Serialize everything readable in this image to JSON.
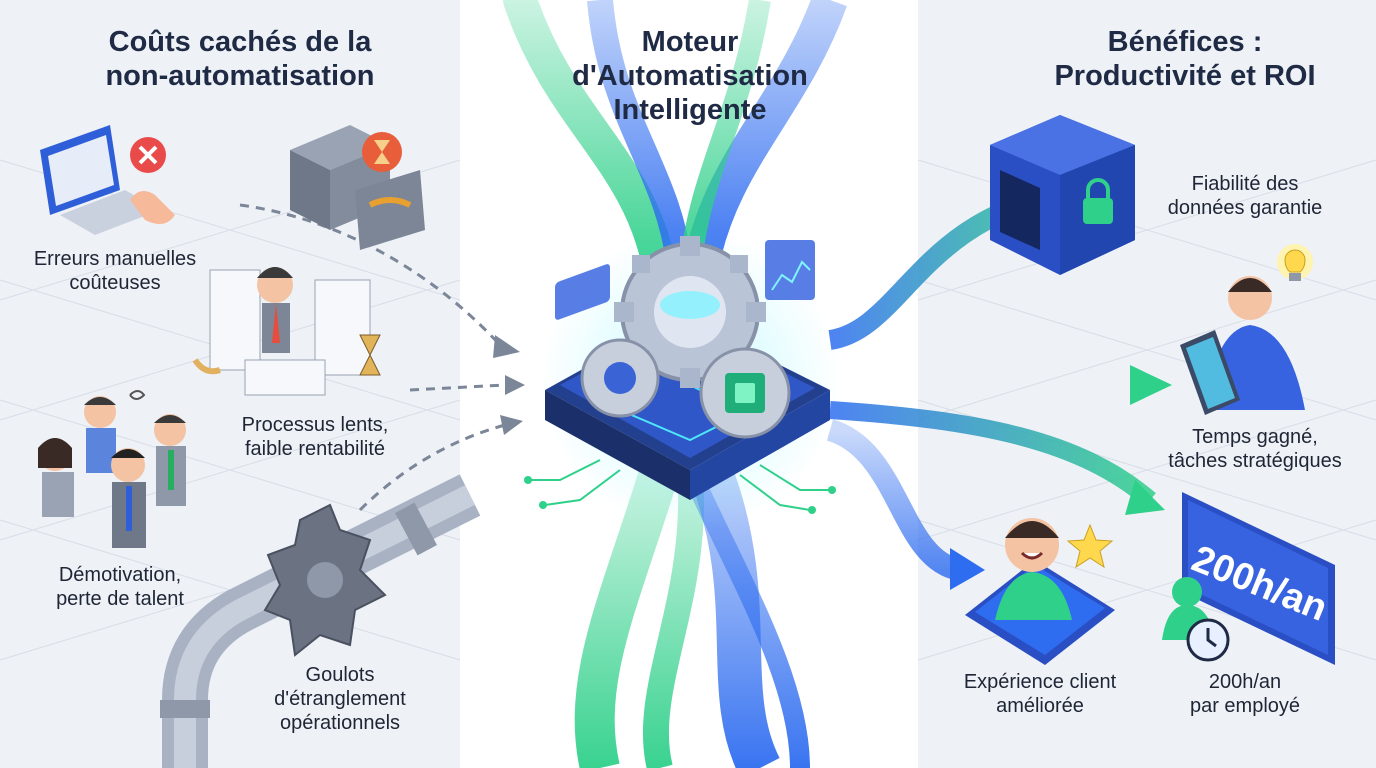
{
  "left": {
    "title": [
      "Coûts cachés de la",
      "non-automatisation"
    ],
    "items": [
      {
        "label": [
          "Erreurs manuelles",
          "coûteuses"
        ]
      },
      {
        "label": [
          "Processus lents,",
          "faible rentabilité"
        ]
      },
      {
        "label": [
          "Démotivation,",
          "perte de talent"
        ]
      },
      {
        "label": [
          "Goulots",
          "d'étranglement",
          "opérationnels"
        ]
      }
    ]
  },
  "center": {
    "title": [
      "Moteur",
      "d'Automatisation",
      "Intelligente"
    ]
  },
  "right": {
    "title": [
      "Bénéfices :",
      "Productivité et ROI"
    ],
    "items": [
      {
        "label": [
          "Fiabilité des",
          "données garantie"
        ]
      },
      {
        "label": [
          "Temps gagné,",
          "tâches stratégiques"
        ]
      },
      {
        "label": [
          "Expérience client",
          "améliorée"
        ]
      },
      {
        "label": [
          "200h/an",
          "par employé"
        ],
        "board": "200h/an"
      }
    ]
  },
  "colors": {
    "green": "#2fd08a",
    "blue": "#2f6df0",
    "navy": "#1f2a44",
    "chip": "#2b54c9"
  }
}
